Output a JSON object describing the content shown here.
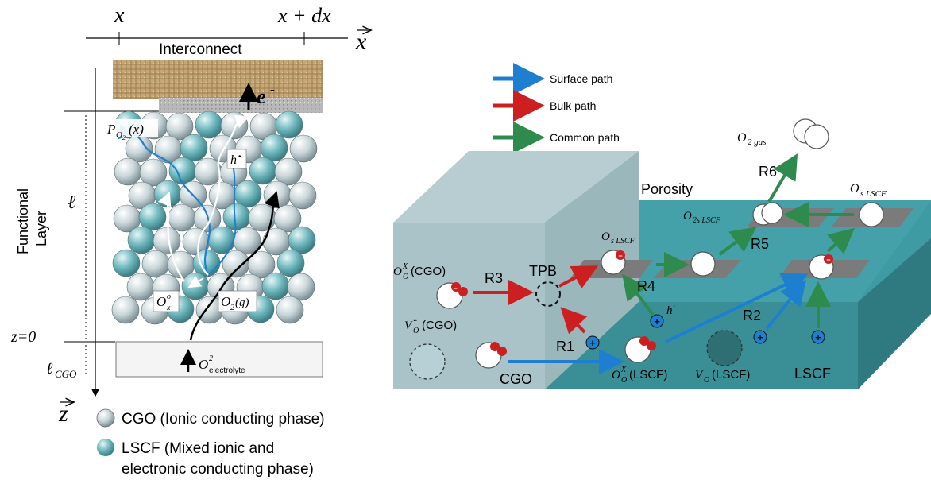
{
  "left": {
    "axis_x": "x",
    "axis_x_dx": "x + dx",
    "axis_x_vec": "x",
    "axis_z_vec": "z",
    "interconnect": "Interconnect",
    "electron": "e",
    "electron_sup": "-",
    "p_o2": "P",
    "p_o2_sub": "O",
    "p_o2_sub2": "2",
    "p_o2_arg": "(x)",
    "hole": "h",
    "hole_sup": "•",
    "functional_layer_1": "Functional",
    "functional_layer_2": "Layer",
    "ell": "ℓ",
    "z0": "z=0",
    "ell_cgo": "ℓ",
    "ell_cgo_sub": "CGO",
    "ox_label": "O",
    "ox_sub": "x",
    "ox_sup": "o",
    "o2g": "O",
    "o2g_sub": "2",
    "o2g_arg": "(g)",
    "electrolyte_o": "O",
    "electrolyte_sup": "2−",
    "electrolyte_sub": "electrolyte",
    "legend_cgo": "CGO (Ionic conducting phase)",
    "legend_lscf_1": "LSCF (Mixed ionic and",
    "legend_lscf_2": "electronic conducting phase)"
  },
  "right": {
    "legend": [
      {
        "label": "Surface path",
        "color": "#1e7fd0"
      },
      {
        "label": "Bulk path",
        "color": "#cc1f1f"
      },
      {
        "label": "Common path",
        "color": "#2f8a4d"
      }
    ],
    "o2gas": "O",
    "o2gas_sub": "2 gas",
    "porosity": "Porosity",
    "r1": "R1",
    "r2": "R2",
    "r3": "R3",
    "r4": "R4",
    "r5": "R5",
    "r6": "R6",
    "tpb": "TPB",
    "cgo": "CGO",
    "lscf": "LSCF",
    "os_lscf": "O",
    "os_lscf_sub": "s LSCF",
    "o2s_lscf": "O",
    "o2s_lscf_sub": "2s LSCF",
    "os_minus": "O",
    "os_minus_sup": "−",
    "os_minus_sub": "s LSCF",
    "oox_cgo": "O",
    "oox_cgo_sub": "O",
    "oox_cgo_sup": "X",
    "oox_cgo_arg": "(CGO)",
    "vo_cgo": "V",
    "vo_cgo_sub": "O",
    "vo_cgo_sup": "··",
    "vo_cgo_arg": "(CGO)",
    "oox_lscf": "O",
    "oox_lscf_sub": "O",
    "oox_lscf_sup": "X",
    "oox_lscf_arg": "(LSCF)",
    "vo_lscf": "V",
    "vo_lscf_sub": "O",
    "vo_lscf_sup": "··",
    "vo_lscf_arg": "(LSCF)",
    "hole": "h",
    "hole_sup": "·",
    "minus": "−",
    "plus": "+"
  },
  "colors": {
    "surface": "#1e7fd0",
    "bulk": "#cc1f1f",
    "common": "#2f8a4d",
    "cgo_block": "#aac4c9",
    "lscf_block": "#3e9aa3"
  }
}
